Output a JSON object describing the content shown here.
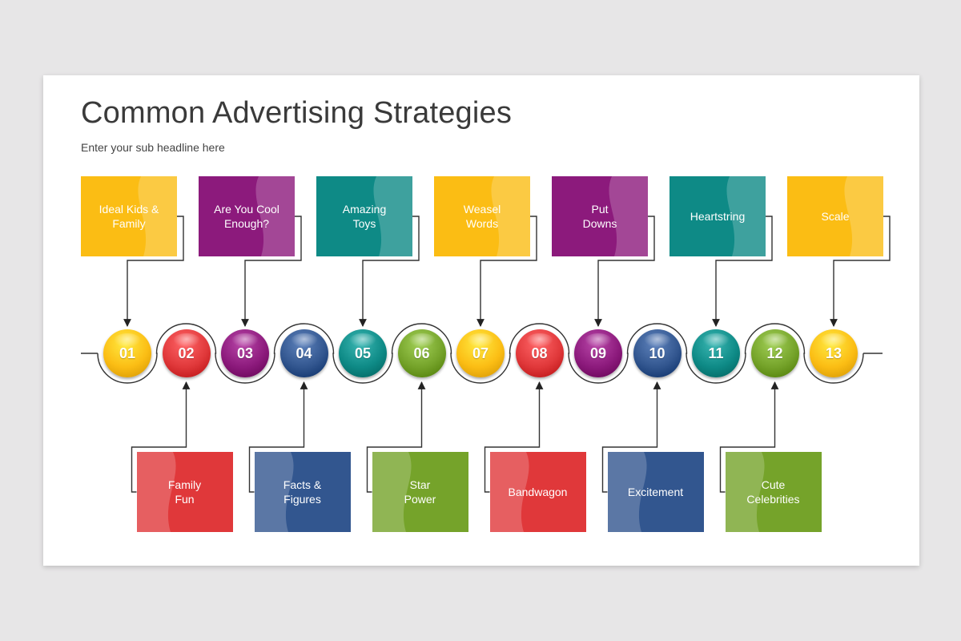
{
  "title": "Common Advertising Strategies",
  "subtitle": "Enter your sub headline here",
  "colors": {
    "yellow": "#fbbd14",
    "purple": "#8c1a7c",
    "teal": "#0e8a86",
    "red": "#e0383a",
    "blue": "#32568f",
    "green": "#75a32a",
    "line": "#333333"
  },
  "steps": [
    {
      "number": "01",
      "label": "Ideal Kids &\nFamily",
      "color": "yellow",
      "position": "top"
    },
    {
      "number": "02",
      "label": "Family\nFun",
      "color": "red",
      "position": "bottom"
    },
    {
      "number": "03",
      "label": "Are You Cool\nEnough?",
      "color": "purple",
      "position": "top"
    },
    {
      "number": "04",
      "label": "Facts &\nFigures",
      "color": "blue",
      "position": "bottom"
    },
    {
      "number": "05",
      "label": "Amazing\nToys",
      "color": "teal",
      "position": "top"
    },
    {
      "number": "06",
      "label": "Star\nPower",
      "color": "green",
      "position": "bottom"
    },
    {
      "number": "07",
      "label": "Weasel\nWords",
      "color": "yellow",
      "position": "top"
    },
    {
      "number": "08",
      "label": "Bandwagon",
      "color": "red",
      "position": "bottom"
    },
    {
      "number": "09",
      "label": "Put\nDowns",
      "color": "purple",
      "position": "top"
    },
    {
      "number": "10",
      "label": "Excitement",
      "color": "blue",
      "position": "bottom"
    },
    {
      "number": "11",
      "label": "Heartstring",
      "color": "teal",
      "position": "top"
    },
    {
      "number": "12",
      "label": "Cute\nCelebrities",
      "color": "green",
      "position": "bottom"
    },
    {
      "number": "13",
      "label": "Scale",
      "color": "yellow",
      "position": "top"
    }
  ]
}
